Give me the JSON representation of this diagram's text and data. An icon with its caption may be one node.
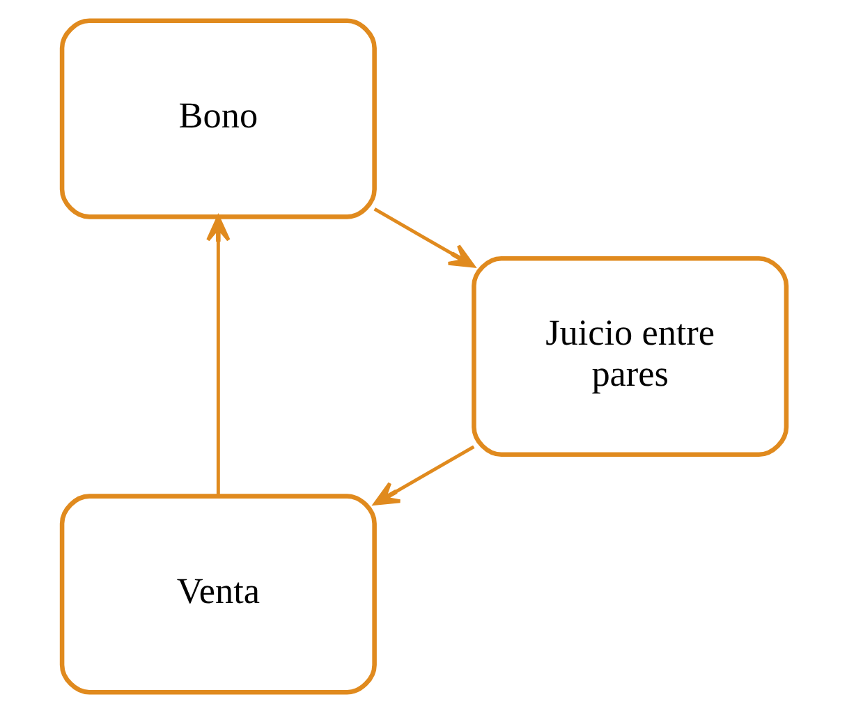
{
  "diagram": {
    "nodes": [
      {
        "text": [
          "Venta"
        ]
      },
      {
        "text": [
          "Bono"
        ]
      },
      {
        "text": [
          "Juicio entre pares"
        ]
      }
    ],
    "edges": [
      {
        "from": 0,
        "to": 1,
        "arrow": "to"
      },
      {
        "from": 1,
        "to": 2,
        "arrow": "to"
      },
      {
        "from": 2,
        "to": 0,
        "arrow": "to"
      }
    ]
  }
}
